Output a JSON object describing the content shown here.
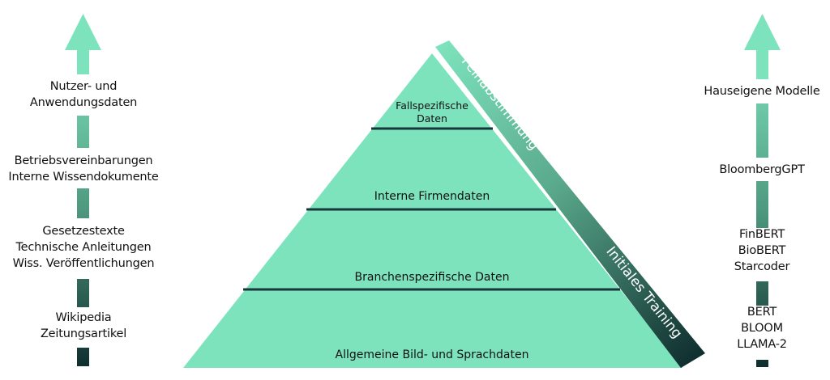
{
  "colors": {
    "mint": "#7de3bd",
    "dark": "#0f2e2e",
    "line": "#17373a"
  },
  "left_column": {
    "arrow_icon": "arrow-up",
    "labels": [
      [
        "Nutzer- und",
        "Anwendungsdaten"
      ],
      [
        "Betriebsvereinbarungen",
        "Interne Wissendokumente"
      ],
      [
        "Gesetzestexte",
        "Technische Anleitungen",
        "Wiss. Veröffentlichungen"
      ],
      [
        "Wikipedia",
        "Zeitungsartikel"
      ]
    ]
  },
  "pyramid": {
    "levels": [
      [
        "Fallspezifische",
        "Daten"
      ],
      "Interne Firmendaten",
      "Branchenspezifische Daten",
      "Allgemeine Bild- und Sprachdaten"
    ],
    "band": {
      "top": "Feinabstimmung",
      "bottom": "Initiales Training"
    }
  },
  "right_column": {
    "arrow_icon": "arrow-up",
    "labels": [
      [
        "Hauseigene Modelle"
      ],
      [
        "BloombergGPT"
      ],
      [
        "FinBERT",
        "BioBERT",
        "Starcoder"
      ],
      [
        "BERT",
        "BLOOM",
        "LLAMA-2"
      ]
    ]
  }
}
